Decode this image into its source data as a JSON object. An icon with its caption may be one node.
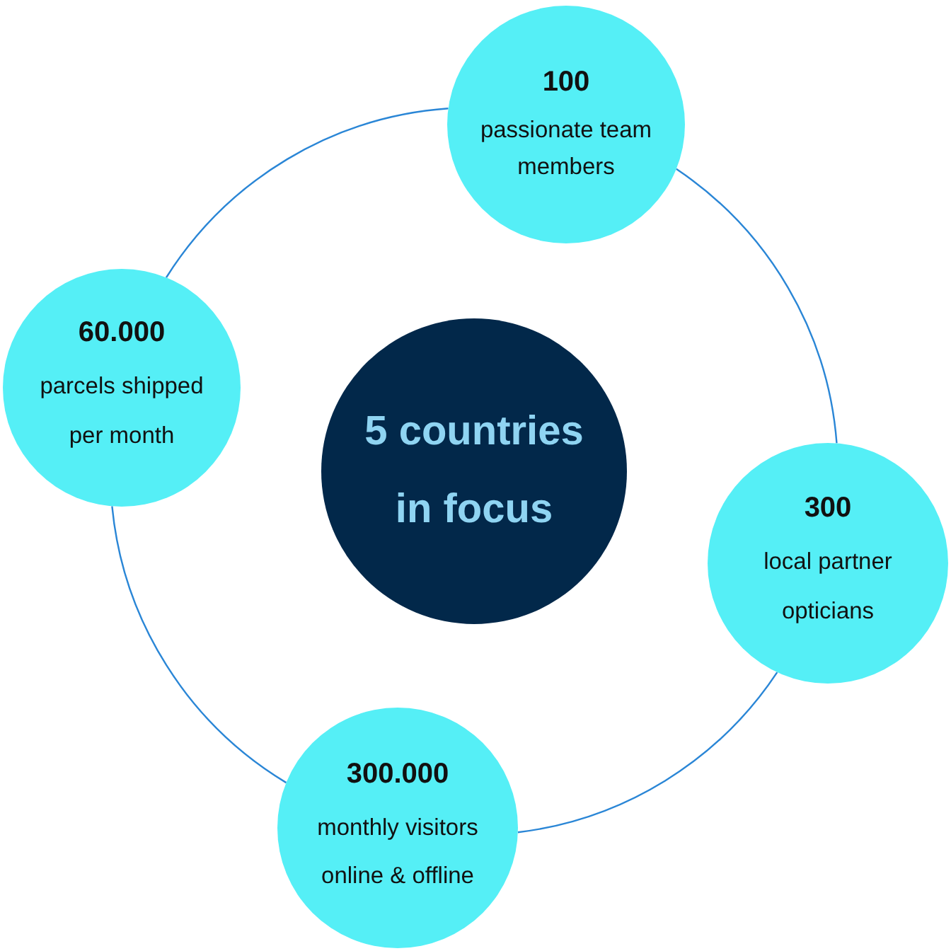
{
  "diagram": {
    "nodes": [
      {
        "text": [
          "100",
          "passionate team members"
        ]
      },
      {
        "text": [
          "60.000",
          "parcels shipped per month"
        ]
      },
      {
        "text": [
          "5 countries in focus"
        ]
      },
      {
        "text": [
          "300",
          "local partner opticians"
        ]
      },
      {
        "text": [
          "300.000",
          "monthly visitors online & offline"
        ]
      }
    ],
    "edges": [
      {
        "from": 0,
        "to": 3,
        "arrow": "none"
      },
      {
        "from": 3,
        "to": 4,
        "arrow": "none"
      },
      {
        "from": 4,
        "to": 1,
        "arrow": "none"
      },
      {
        "from": 1,
        "to": 0,
        "arrow": "none"
      }
    ]
  }
}
